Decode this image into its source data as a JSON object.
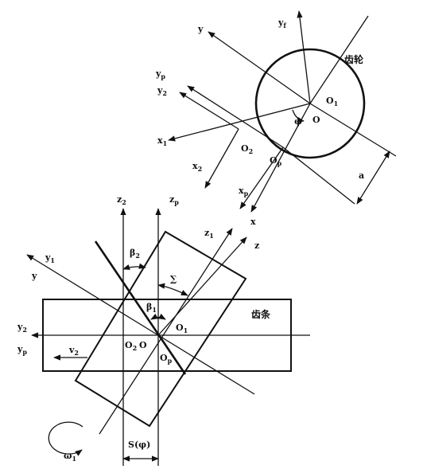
{
  "upper": {
    "y": "y",
    "yf_base": "y",
    "yf_sub": "f",
    "yp_base": "y",
    "yp_sub": "p",
    "y2_base": "y",
    "y2_sub": "2",
    "x1_base": "x",
    "x1_sub": "1",
    "x2_base": "x",
    "x2_sub": "2",
    "xp_base": "x",
    "xp_sub": "p",
    "x": "x",
    "o2_base": "O",
    "o2_sub": "2",
    "op_base": "O",
    "op_sub": "p",
    "o1_base": "O",
    "o1_sub": "1",
    "o": "O",
    "phi": "φ",
    "a": "a",
    "gear_label": "齿轮"
  },
  "lower": {
    "z2_base": "z",
    "z2_sub": "2",
    "zp_base": "z",
    "zp_sub": "p",
    "z1_base": "z",
    "z1_sub": "1",
    "z": "z",
    "y1_base": "y",
    "y1_sub": "1",
    "y": "y",
    "beta2_base": "β",
    "beta2_sub": "2",
    "sigma": "∑",
    "beta1_base": "β",
    "beta1_sub": "1",
    "rack_label": "齿条",
    "y2_base": "y",
    "y2_sub": "2",
    "yp_base": "y",
    "yp_sub": "p",
    "o1_base": "O",
    "o1_sub": "1",
    "o2o": "O₂O",
    "o2_base": "O",
    "o2_sub": "2",
    "o": "O",
    "op_base": "O",
    "op_sub": "p",
    "v2_base": "v",
    "v2_sub": "2",
    "omega1_base": "ω",
    "omega1_sub": "1",
    "s_phi": "S(φ)"
  }
}
